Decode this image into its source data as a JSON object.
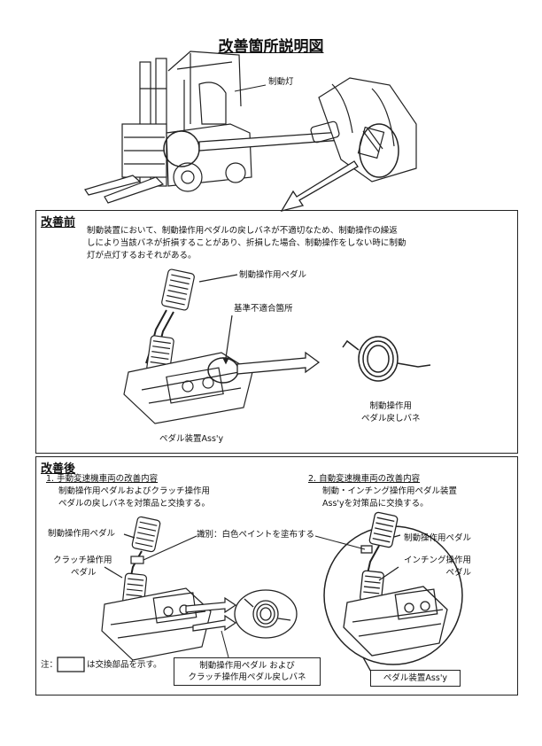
{
  "title": "改善箇所説明図",
  "header_labels": {
    "brake_light": "制動灯"
  },
  "before": {
    "heading": "改善前",
    "description": [
      "制動装置において、制動操作用ペダルの戻しバネが不適切なため、制動操作の繰返",
      "しにより当該バネが折損することがあり、折損した場合、制動操作をしない時に制動",
      "灯が点灯するおそれがある。"
    ],
    "label_brake_pedal": "制動操作用ペダル",
    "label_nonconforming": "基準不適合箇所",
    "label_spring": [
      "制動操作用",
      "ペダル戻しバネ"
    ],
    "label_assembly": "ペダル装置Ass'y"
  },
  "after": {
    "heading": "改善後",
    "manual": {
      "heading": "1. 手動変速機車両の改善内容",
      "lines": [
        "制動操作用ペダルおよびクラッチ操作用",
        "ペダルの戻しバネを対策品と交換する。"
      ],
      "label_brake_pedal": "制動操作用ペダル",
      "label_identify": "識別：白色ペイントを塗布する",
      "label_clutch": [
        "クラッチ操作用",
        "ペダル"
      ]
    },
    "auto": {
      "heading": "2. 自動変速機車両の改善内容",
      "lines": [
        "制動・インチング操作用ペダル装置",
        "Ass'yを対策品に交換する。"
      ],
      "label_brake_pedal": "制動操作用ペダル",
      "label_inching": [
        "インチング操作用",
        "ペダル"
      ],
      "label_assembly": "ペダル装置Ass'y"
    },
    "note_prefix": "注：",
    "note_suffix": "は交換部品を示す。",
    "spring_box": [
      "制動操作用ペダル および",
      "クラッチ操作用ペダル戻しバネ"
    ]
  }
}
